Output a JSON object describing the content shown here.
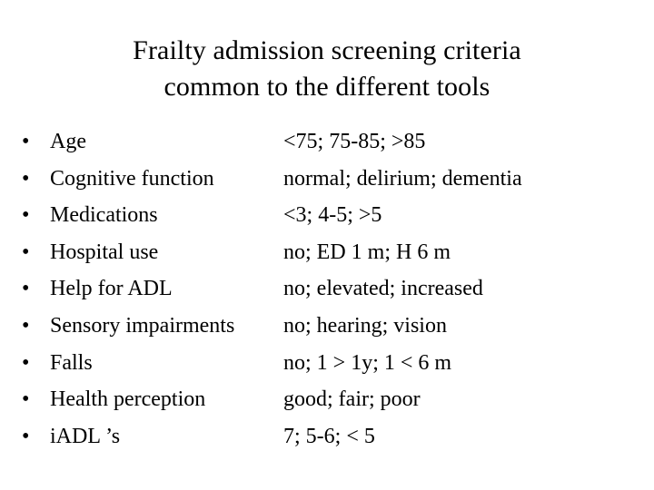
{
  "slide": {
    "background_color": "#ffffff",
    "text_color": "#000000",
    "title": {
      "line1": "Frailty admission screening criteria",
      "line2": "common to the different tools"
    },
    "bullet_glyph": "•",
    "criteria": [
      {
        "label": "Age",
        "value": "<75; 75-85; >85"
      },
      {
        "label": "Cognitive function",
        "value": "normal; delirium; dementia"
      },
      {
        "label": "Medications",
        "value": "<3; 4-5; >5"
      },
      {
        "label": "Hospital use",
        "value": "no; ED 1 m; H 6 m"
      },
      {
        "label": "Help for ADL",
        "value": "no; elevated; increased"
      },
      {
        "label": "Sensory impairments",
        "value": "no; hearing; vision"
      },
      {
        "label": "Falls",
        "value": "no; 1 > 1y; 1 < 6 m"
      },
      {
        "label": "Health perception",
        "value": "good; fair; poor"
      },
      {
        "label": "iADL ’s",
        "value": "7; 5-6; < 5"
      }
    ]
  }
}
